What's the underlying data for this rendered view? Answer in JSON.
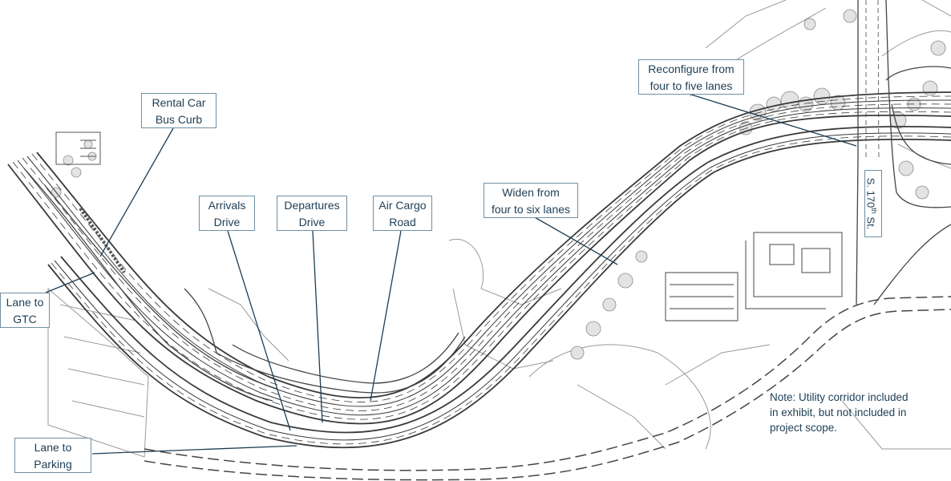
{
  "map": {
    "colors": {
      "road_line": "#3a3a3a",
      "detail_line": "#8c8c8c",
      "callout_border": "#6f8fa3",
      "callout_text": "#1d3e55",
      "leader_line": "#1d3e55",
      "tree_fill": "#d9d9d9"
    },
    "labels": {
      "rental_car": [
        "Rental Car",
        "Bus Curb"
      ],
      "arrivals": [
        "Arrivals",
        "Drive"
      ],
      "departures": [
        "Departures",
        "Drive"
      ],
      "air_cargo": [
        "Air Cargo",
        "Road"
      ],
      "widen": [
        "Widen from",
        "four to six lanes"
      ],
      "reconfigure": [
        "Reconfigure from",
        "four to five lanes"
      ],
      "lane_gtc": [
        "Lane to",
        "GTC"
      ],
      "lane_parking": [
        "Lane to",
        "Parking"
      ]
    },
    "street": {
      "prefix": "S. 170",
      "sup": "th",
      "suffix": " St."
    },
    "note": [
      "Note: Utility corridor included",
      "in exhibit, but not included in",
      "project scope."
    ]
  }
}
